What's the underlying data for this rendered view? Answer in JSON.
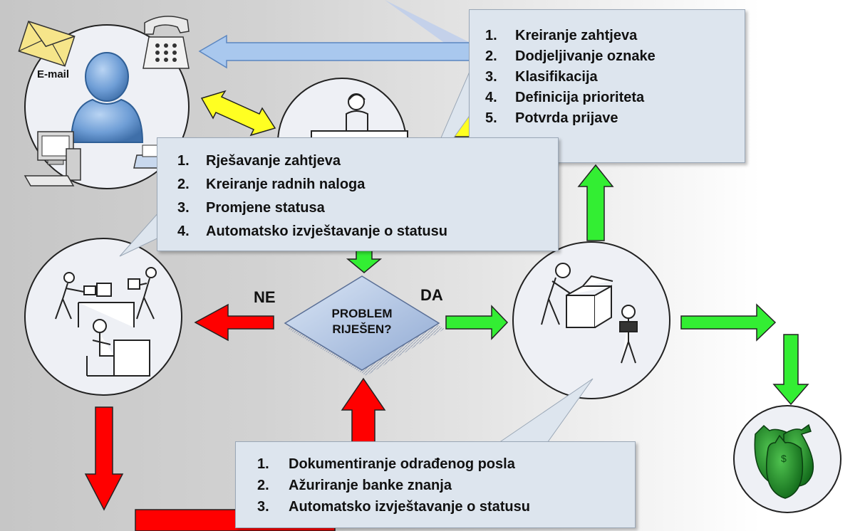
{
  "diagram": {
    "email_label": "E-mail",
    "ne_label": "NE",
    "da_label": "DA",
    "decision": {
      "line1": "PROBLEM",
      "line2": "RIJEŠEN?"
    },
    "money_symbol": "$",
    "callout_top": {
      "items": [
        {
          "num": "1.",
          "text": "Kreiranje zahtjeva"
        },
        {
          "num": "2.",
          "text": "Dodjeljivanje oznake"
        },
        {
          "num": "3.",
          "text": "Klasifikacija"
        },
        {
          "num": "4.",
          "text": "Definicija prioriteta"
        },
        {
          "num": "5.",
          "text": "Potvrda prijave"
        }
      ]
    },
    "callout_middle": {
      "items": [
        {
          "num": "1.",
          "text": "Rješavanje zahtjeva"
        },
        {
          "num": "2.",
          "text": "Kreiranje radnih naloga"
        },
        {
          "num": "3.",
          "text": "Promjene statusa"
        },
        {
          "num": "4.",
          "text": "Automatsko izvještavanje o statusu"
        }
      ]
    },
    "callout_bottom": {
      "items": [
        {
          "num": "1.",
          "text": "Dokumentiranje odrađenog posla"
        },
        {
          "num": "2.",
          "text": "Ažuriranje banke znanja"
        },
        {
          "num": "3.",
          "text": "Automatsko izvještavanje o statusu"
        }
      ]
    },
    "colors": {
      "red_arrow": "#ff0000",
      "green_arrow": "#33ee33",
      "yellow_arrow": "#ffff22",
      "blue_arrow": "#a9c8ee",
      "callout_fill": "#dde5ee",
      "diamond_fill": "#b4c6e2",
      "circle_fill": "#eef0f5",
      "money_fill": "#1f8f2a"
    }
  }
}
